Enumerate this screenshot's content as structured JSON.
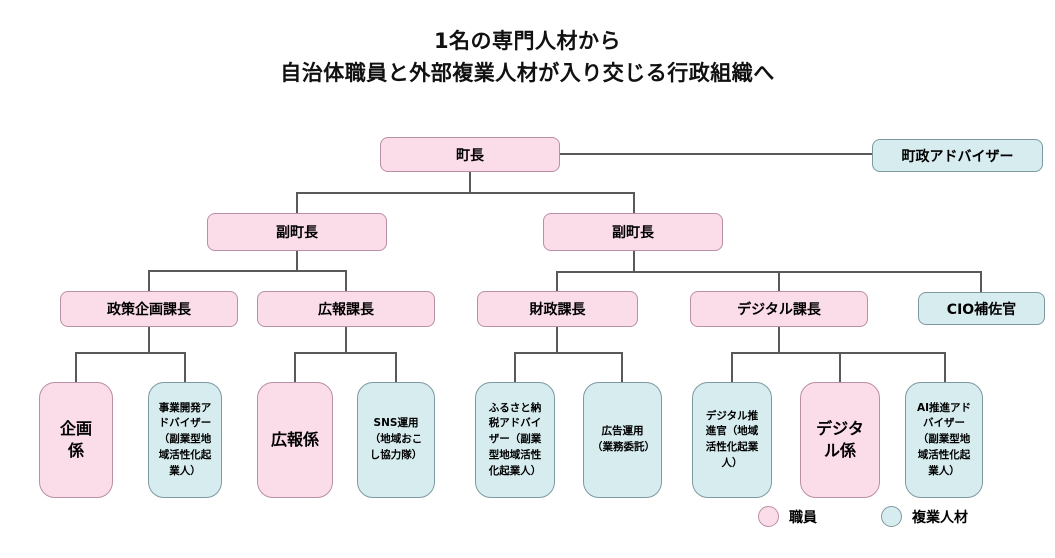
{
  "title": {
    "line1": "1名の専門人材から",
    "line2": "自治体職員と外部複業人材が入り交じる行政組織へ"
  },
  "colors": {
    "staff_fill": "#fbdce9",
    "staff_border": "#bb8fa4",
    "multi_fill": "#d7ecef",
    "multi_border": "#7e99a1",
    "line": "#595959",
    "text": "#000000",
    "title_text": "#111111"
  },
  "nodes": {
    "mayor": {
      "label": "町長"
    },
    "town_advisor": {
      "label": "町政アドバイザー"
    },
    "deputy_mayor_left": {
      "label": "副町長"
    },
    "deputy_mayor_right": {
      "label": "副町長"
    },
    "policy_planning_chief": {
      "label": "政策企画課長"
    },
    "pr_chief": {
      "label": "広報課長"
    },
    "finance_chief": {
      "label": "財政課長"
    },
    "digital_chief": {
      "label": "デジタル課長"
    },
    "cio_aide": {
      "label": "CIO補佐官"
    },
    "planning_staff": {
      "label": "企画係"
    },
    "bizdev_advisor": {
      "label": "事業開発アドバイザー（副業型地域活性化起業人）"
    },
    "pr_staff": {
      "label": "広報係"
    },
    "sns_operation": {
      "label": "SNS運用（地域おこし協力隊）"
    },
    "furusato_tax_advisor": {
      "label": "ふるさと納税アドバイザー（副業型地域活性化起業人）"
    },
    "ad_operation": {
      "label": "広告運用（業務委託）"
    },
    "digital_promotion_officer": {
      "label": "デジタル推進官（地域活性化起業人）"
    },
    "digital_staff": {
      "label": "デジタル係"
    },
    "ai_advisor": {
      "label": "AI推進アドバイザー（副業型地域活性化起業人）"
    }
  },
  "legend": {
    "staff_label": "職員",
    "multi_label": "複業人材"
  }
}
